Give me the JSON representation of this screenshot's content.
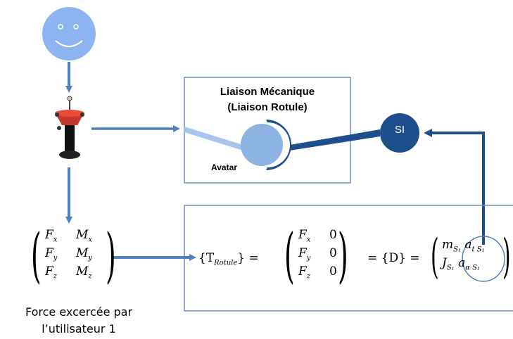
{
  "liaison_box": {
    "title_line1": "Liaison Mécanique",
    "title_line2": "(Liaison Rotule)",
    "avatar_label": "Avatar"
  },
  "si_node": {
    "label": "SI"
  },
  "caption": {
    "line1": "Force excercée par",
    "line2": "l’utilisateur 1"
  },
  "user_forces": {
    "rows": [
      {
        "force": "F",
        "force_sub": "x",
        "moment": "M",
        "moment_sub": "x"
      },
      {
        "force": "F",
        "force_sub": "y",
        "moment": "M",
        "moment_sub": "y"
      },
      {
        "force": "F",
        "force_sub": "z",
        "moment": "M",
        "moment_sub": "z"
      }
    ]
  },
  "equation": {
    "torsor_lhs": "{T",
    "torsor_sub": "Rotule",
    "torsor_close": "} =",
    "matrix_rows": [
      {
        "f": "F",
        "sub": "x",
        "zero": "0"
      },
      {
        "f": "F",
        "sub": "y",
        "zero": "0"
      },
      {
        "f": "F",
        "sub": "z",
        "zero": "0"
      }
    ],
    "equals_D": "= {D} =",
    "rhs_row1": "m",
    "rhs_row1_sub": "S₁",
    "rhs_row1_b": "a",
    "rhs_row1_b_sub": "t S₁",
    "rhs_row2": "J",
    "rhs_row2_sub": "S₁",
    "rhs_row2_b": "a",
    "rhs_row2_b_sub": "α S₁"
  },
  "colors": {
    "arrow": "#4f81bd",
    "dark_blue": "#1f4e8c",
    "light_blue": "#8db3e2",
    "smiley": "#8cb4ee",
    "box_border": "#6f8fbf"
  },
  "icons": [
    "smiley-face-icon",
    "haptic-device-icon",
    "ball-joint-icon"
  ]
}
